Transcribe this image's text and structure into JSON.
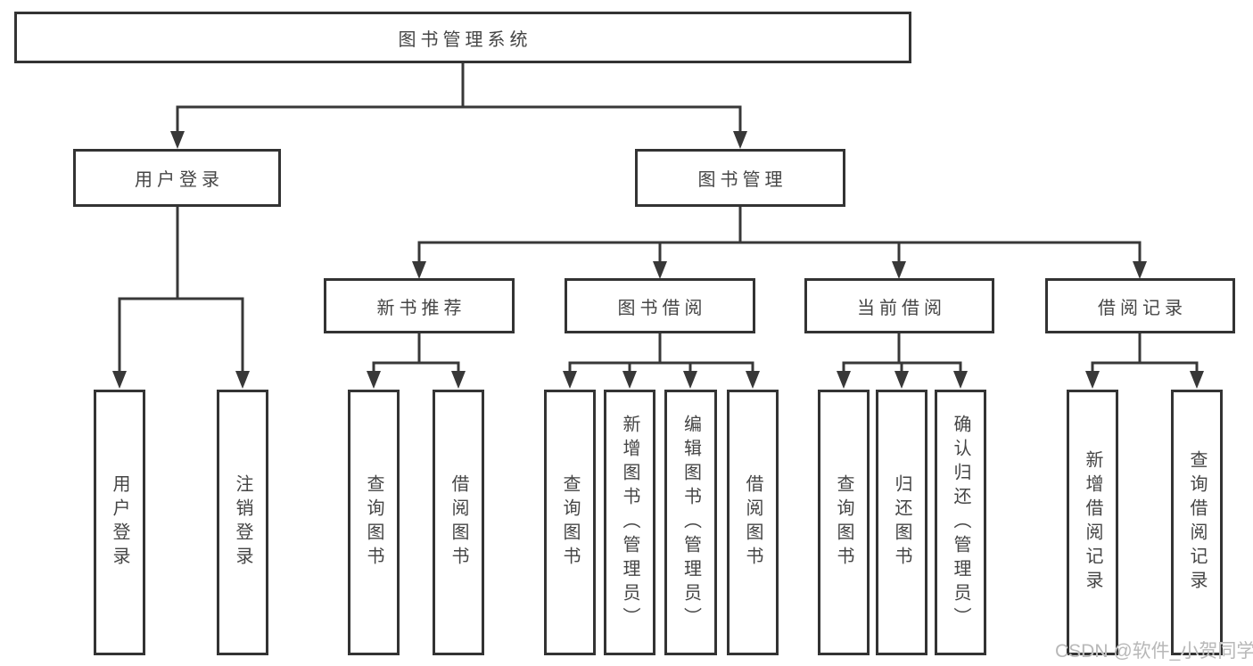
{
  "tree": {
    "root": {
      "label": "图书管理系统"
    },
    "children": [
      {
        "label": "用户登录",
        "children": [
          {
            "label": "用户登录"
          },
          {
            "label": "注销登录"
          }
        ]
      },
      {
        "label": "图书管理",
        "children": [
          {
            "label": "新书推荐",
            "children": [
              {
                "label": "查询图书"
              },
              {
                "label": "借阅图书"
              }
            ]
          },
          {
            "label": "图书借阅",
            "children": [
              {
                "label": "查询图书"
              },
              {
                "label": "新增图书（管理员）"
              },
              {
                "label": "编辑图书（管理员）"
              },
              {
                "label": "借阅图书"
              }
            ]
          },
          {
            "label": "当前借阅",
            "children": [
              {
                "label": "查询图书"
              },
              {
                "label": "归还图书"
              },
              {
                "label": "确认归还（管理员）"
              }
            ]
          },
          {
            "label": "借阅记录",
            "children": [
              {
                "label": "新增借阅记录"
              },
              {
                "label": "查询借阅记录"
              }
            ]
          }
        ]
      }
    ]
  },
  "watermark": {
    "text": "CSDN @软件_小贺同学"
  },
  "colors": {
    "line": "#383838",
    "box_border": "#333333",
    "box_fill": "#ffffff",
    "text": "#454545",
    "watermark": "#b8b8b8",
    "background": "#ffffff"
  }
}
